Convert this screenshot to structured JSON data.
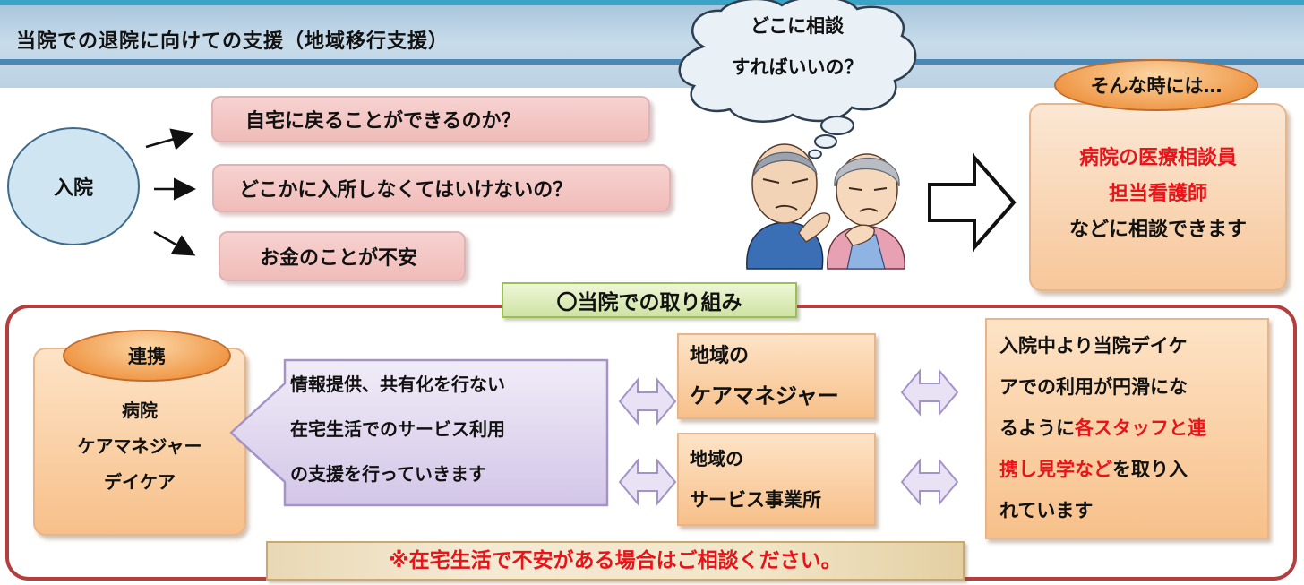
{
  "title": "当院での退院に向けての支援（地域移行支援）",
  "hospitalization": "入院",
  "concerns": [
    "自宅に戻ることができるのか？",
    "どこかに入所しなくてはいけないの？",
    "お金のことが不安"
  ],
  "thought_bubble": {
    "line1": "どこに相談",
    "line2": "すればいいの？"
  },
  "advice": {
    "header": "そんな時には…",
    "line1": "病院の医療相談員",
    "line2": "担当看護師",
    "line3": "などに相談できます"
  },
  "initiative_title": "〇当院での取り組み",
  "collaboration": {
    "header": "連携",
    "items": [
      "病院",
      "ケアマネジャー",
      "デイケア"
    ]
  },
  "info_box": {
    "line1": "情報提供、共有化を行ない",
    "line2": "在宅生活でのサービス利用",
    "line3": "の支援を行っていきます"
  },
  "local_care_manager": {
    "line1": "地域の",
    "line2": "ケアマネジャー"
  },
  "local_service_office": {
    "line1": "地域の",
    "line2": "サービス事業所"
  },
  "daycare_support": {
    "line1": "入院中より当院デイケ",
    "line2": "アでの利用が円滑にな",
    "line3_a": "るように",
    "line3_b": "各スタッフと連",
    "line4_a": "携し見学など",
    "line4_b": "を取り入",
    "line5": "れています"
  },
  "notice": "※在宅生活で不安がある場合はご相談ください。",
  "colors": {
    "accent_red": "#e8141a",
    "frame_red": "#b33e3e",
    "title_blue": "#4a87b5",
    "orange": "#f09a4a"
  }
}
